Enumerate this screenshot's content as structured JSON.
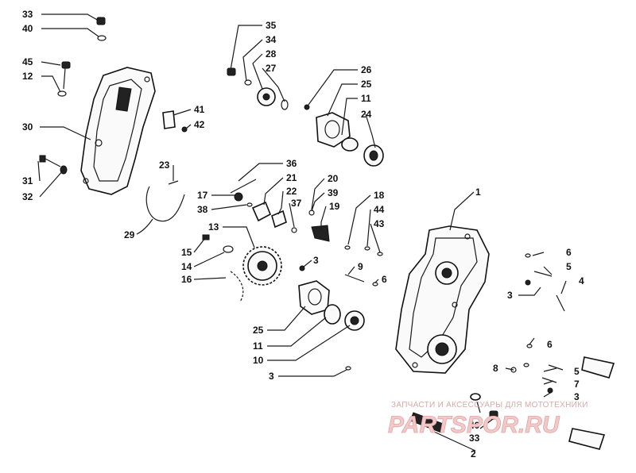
{
  "callouts": [
    {
      "id": "c33a",
      "text": "33"
    },
    {
      "id": "c40a",
      "text": "40"
    },
    {
      "id": "c45",
      "text": "45"
    },
    {
      "id": "c12",
      "text": "12"
    },
    {
      "id": "c30",
      "text": "30"
    },
    {
      "id": "c31",
      "text": "31"
    },
    {
      "id": "c32",
      "text": "32"
    },
    {
      "id": "c41",
      "text": "41"
    },
    {
      "id": "c42",
      "text": "42"
    },
    {
      "id": "c23",
      "text": "23"
    },
    {
      "id": "c29",
      "text": "29"
    },
    {
      "id": "c35",
      "text": "35"
    },
    {
      "id": "c34",
      "text": "34"
    },
    {
      "id": "c28",
      "text": "28"
    },
    {
      "id": "c27",
      "text": "27"
    },
    {
      "id": "c26",
      "text": "26"
    },
    {
      "id": "c25a",
      "text": "25"
    },
    {
      "id": "c11a",
      "text": "11"
    },
    {
      "id": "c24",
      "text": "24"
    },
    {
      "id": "c36",
      "text": "36"
    },
    {
      "id": "c21",
      "text": "21"
    },
    {
      "id": "c22",
      "text": "22"
    },
    {
      "id": "c17",
      "text": "17"
    },
    {
      "id": "c38",
      "text": "38"
    },
    {
      "id": "c37",
      "text": "37"
    },
    {
      "id": "c20",
      "text": "20"
    },
    {
      "id": "c39",
      "text": "39"
    },
    {
      "id": "c19",
      "text": "19"
    },
    {
      "id": "c18",
      "text": "18"
    },
    {
      "id": "c44",
      "text": "44"
    },
    {
      "id": "c43",
      "text": "43"
    },
    {
      "id": "c1",
      "text": "1"
    },
    {
      "id": "c13",
      "text": "13"
    },
    {
      "id": "c15",
      "text": "15"
    },
    {
      "id": "c14",
      "text": "14"
    },
    {
      "id": "c16",
      "text": "16"
    },
    {
      "id": "c3a",
      "text": "3"
    },
    {
      "id": "c9",
      "text": "9"
    },
    {
      "id": "c6a",
      "text": "6"
    },
    {
      "id": "c25b",
      "text": "25"
    },
    {
      "id": "c11b",
      "text": "11"
    },
    {
      "id": "c10",
      "text": "10"
    },
    {
      "id": "c3b",
      "text": "3"
    },
    {
      "id": "c6b",
      "text": "6"
    },
    {
      "id": "c5a",
      "text": "5"
    },
    {
      "id": "c4",
      "text": "4"
    },
    {
      "id": "c3c",
      "text": "3"
    },
    {
      "id": "c6c",
      "text": "6"
    },
    {
      "id": "c8",
      "text": "8"
    },
    {
      "id": "c5b",
      "text": "5"
    },
    {
      "id": "c7",
      "text": "7"
    },
    {
      "id": "c3d",
      "text": "3"
    },
    {
      "id": "c40b",
      "text": "40"
    },
    {
      "id": "c33b",
      "text": "33"
    },
    {
      "id": "c2",
      "text": "2"
    }
  ],
  "watermark": {
    "tagline": "ЗАПЧАСТИ И АКСЕССУАРЫ ДЛЯ МОТОТЕХНИКИ",
    "brand": "PARTSPOR.RU"
  }
}
